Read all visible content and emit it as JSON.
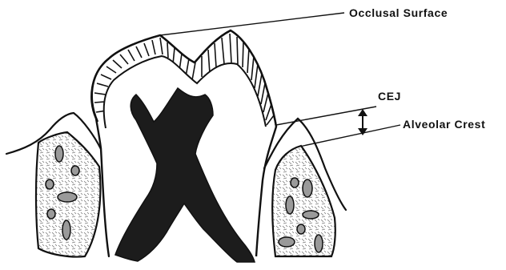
{
  "diagram": {
    "labels": {
      "occlusal_surface": "Occlusal  Surface",
      "cej": "CEJ",
      "alveolar_crest": "Alveolar Crest"
    },
    "colors": {
      "ink": "#111111",
      "pulp": "#1c1c1c",
      "bone_texture": "#888888",
      "marrow_fill": "#9a9a9a",
      "background": "#ffffff"
    }
  }
}
